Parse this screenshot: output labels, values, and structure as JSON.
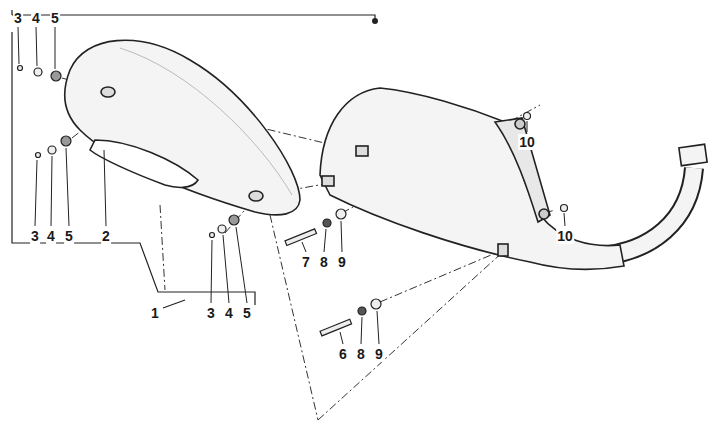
{
  "diagram": {
    "labels": [
      "3",
      "4",
      "5",
      "3",
      "4",
      "5",
      "2",
      "1",
      "3",
      "4",
      "5",
      "10",
      "7",
      "8",
      "9",
      "10",
      "6",
      "8",
      "9"
    ]
  }
}
